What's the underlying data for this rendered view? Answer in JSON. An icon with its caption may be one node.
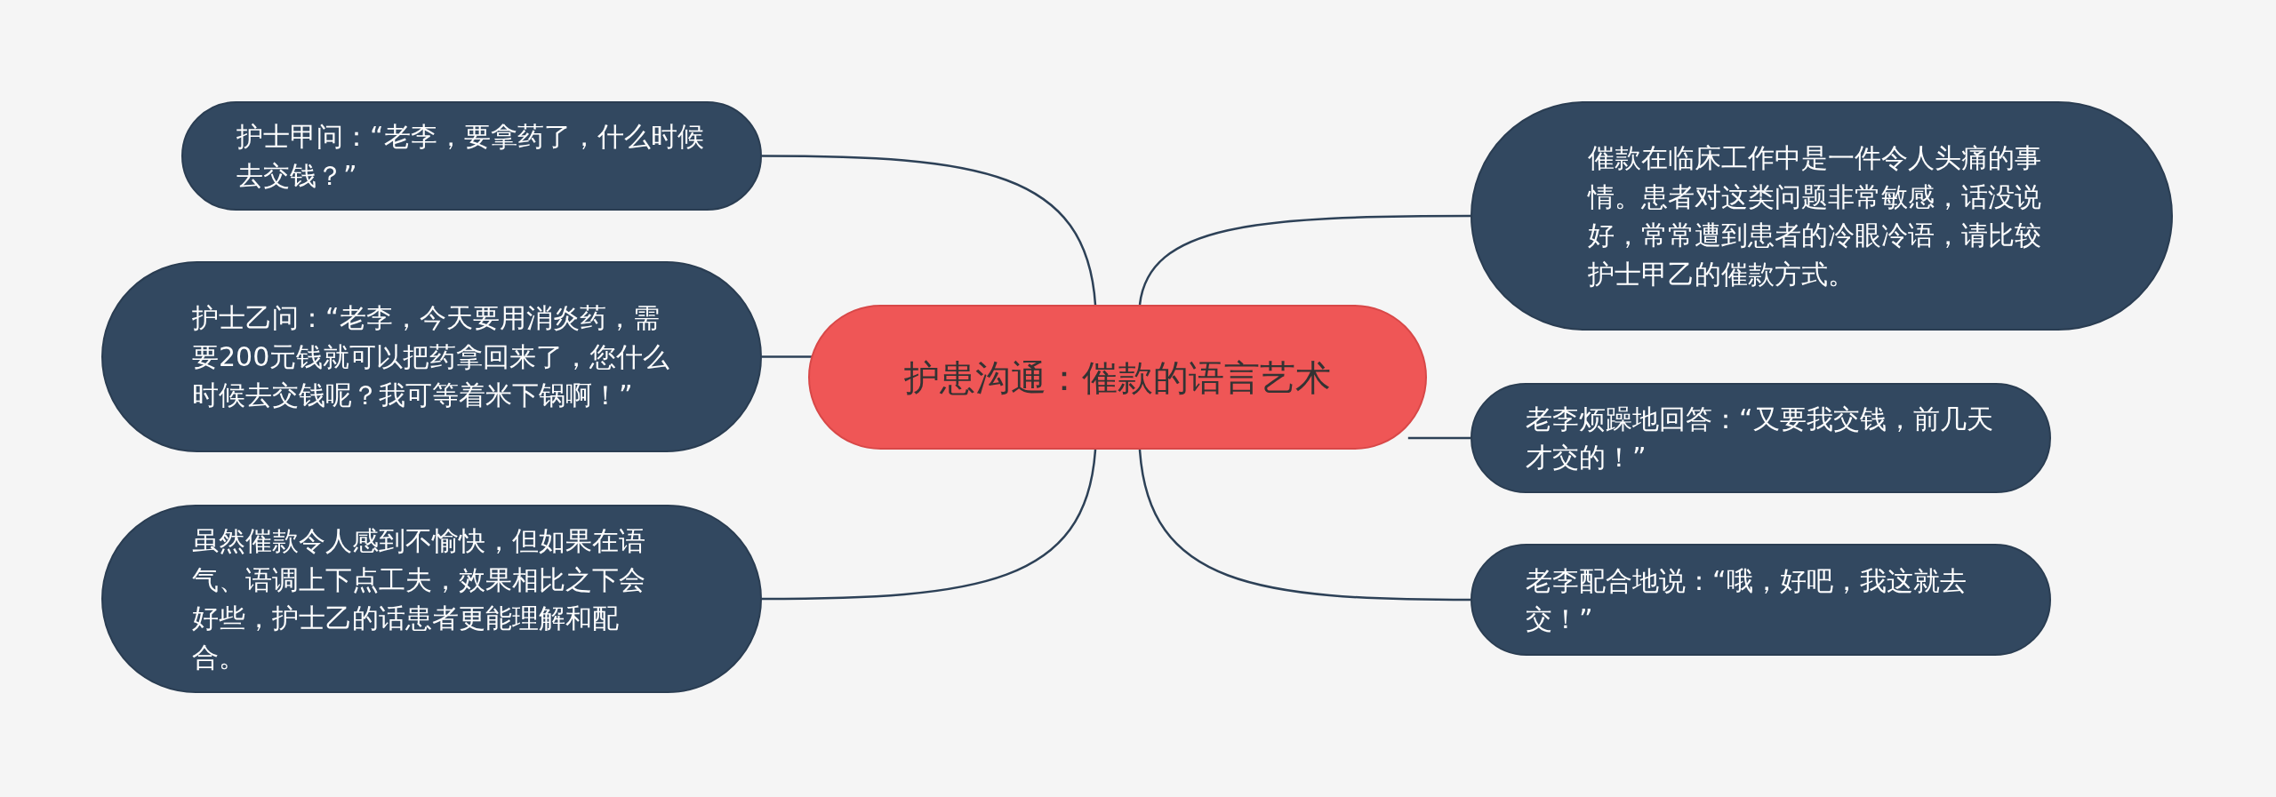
{
  "diagram": {
    "nodes": [
      {
        "text": [
          "护患沟通：催款的语言艺术"
        ]
      },
      {
        "text": [
          "护士甲问：“老李，要拿药了，什么时候去交钱？”"
        ]
      },
      {
        "text": [
          "护士乙问：“老李，今天要用消炎药，需要200元钱就可以把药拿回来了，您什么时候去交钱呢？我可等着米下锅啊！”"
        ]
      },
      {
        "text": [
          "虽然催款令人感到不愉快，但如果在语气、语调上下点工夫，效果相比之下会好些，护士乙的话患者更能理解和配合。"
        ]
      },
      {
        "text": [
          "催款在临床工作中是一件令人头痛的事情。患者对这类问题非常敏感，话没说好，常常遭到患者的冷眼冷语，请比较护士甲乙的催款方式。"
        ]
      },
      {
        "text": [
          "老李烦躁地回答：“又要我交钱，前几天才交的！”"
        ]
      },
      {
        "text": [
          "老李配合地说：“哦，好吧，我这就去交！”"
        ]
      }
    ],
    "edges": [
      {
        "from": 0,
        "to": 1,
        "arrow": "none"
      },
      {
        "from": 0,
        "to": 2,
        "arrow": "none"
      },
      {
        "from": 0,
        "to": 3,
        "arrow": "none"
      },
      {
        "from": 0,
        "to": 4,
        "arrow": "none"
      },
      {
        "from": 0,
        "to": 5,
        "arrow": "none"
      },
      {
        "from": 0,
        "to": 6,
        "arrow": "none"
      }
    ]
  }
}
